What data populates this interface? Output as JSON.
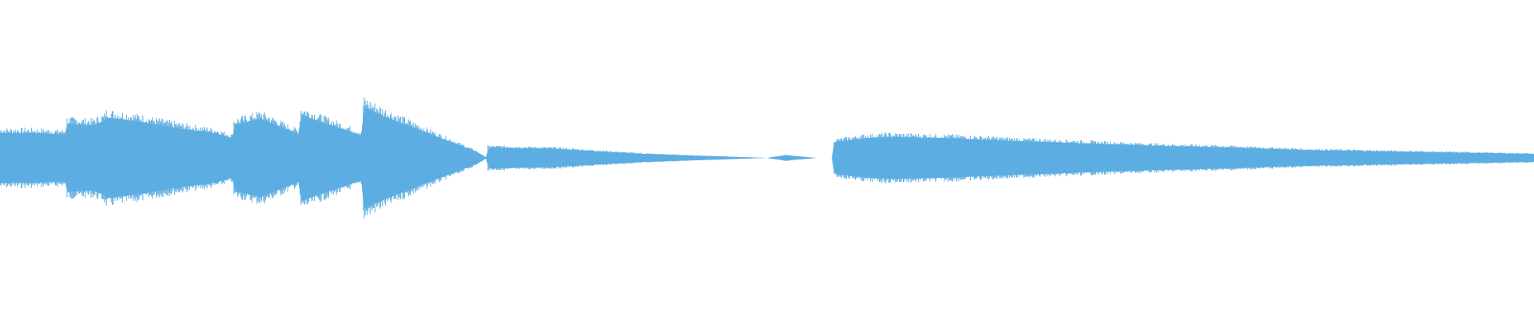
{
  "window": {
    "title": ""
  },
  "colors": {
    "background": "#ffffff",
    "waveform": "#5DADE2"
  },
  "chart_data": {
    "type": "area",
    "title": "",
    "xlabel": "",
    "ylabel": "",
    "grid": false,
    "legend": "none",
    "xlim": [
      0,
      1
    ],
    "ylim": [
      -1,
      1
    ],
    "x": [
      0.0,
      0.02,
      0.043,
      0.0435,
      0.06,
      0.068,
      0.0685,
      0.09,
      0.12,
      0.14,
      0.152,
      0.1525,
      0.17,
      0.195,
      0.196,
      0.236,
      0.237,
      0.25,
      0.31,
      0.3175,
      0.318,
      0.36,
      0.42,
      0.499,
      0.5,
      0.512,
      0.532,
      0.543,
      0.5435,
      0.563,
      0.58,
      0.62,
      0.66,
      0.71,
      0.76,
      0.8,
      0.85,
      0.9,
      0.95,
      1.0
    ],
    "series": [
      {
        "values": [
          0.19,
          0.19,
          0.18,
          0.26,
          0.25,
          0.28,
          0.31,
          0.28,
          0.22,
          0.19,
          0.15,
          0.25,
          0.3,
          0.18,
          0.33,
          0.17,
          0.39,
          0.32,
          0.05,
          0.0,
          0.08,
          0.07,
          0.03,
          0.0,
          0.0,
          0.02,
          0.0,
          0.0,
          0.12,
          0.15,
          0.16,
          0.15,
          0.13,
          0.11,
          0.09,
          0.08,
          0.06,
          0.05,
          0.04,
          0.03
        ]
      }
    ]
  }
}
